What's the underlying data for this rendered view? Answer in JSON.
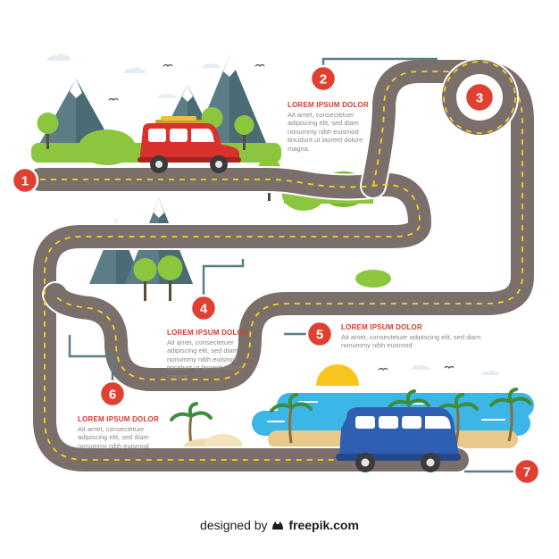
{
  "steps": [
    {
      "number": "1"
    },
    {
      "number": "2",
      "title": "LOREM IPSUM DOLOR",
      "body": "Ait amet, consectetuer\nadipiscing elit, sed diam\nnonummy nibh euismod\ntincidunt ut laoreet dolore\nmagna."
    },
    {
      "number": "3"
    },
    {
      "number": "4",
      "title": "LOREM IPSUM DOLOR",
      "body": "Ait amet, consectetuer\nadipiscing elit, sed diam\nnonummy nibh euismod\ntincidunt ut laoreet dolore\nmagna."
    },
    {
      "number": "5",
      "title": "LOREM IPSUM DOLOR",
      "body": "Ait amet, consectetuer adipiscing elit, sed diam\nnonummy nibh euismod"
    },
    {
      "number": "6",
      "title": "LOREM IPSUM DOLOR",
      "body": "Ait amet, consectetuer\nadipiscing elit, sed diam\nnonummy nibh euismod"
    },
    {
      "number": "7"
    }
  ],
  "footer": {
    "prefix": "designed by",
    "brand": "freepik.com"
  },
  "icons": {
    "footer_logo": "freepik-logo-icon"
  },
  "colors": {
    "road": "#7b6f6c",
    "road_edge": "#ffffff",
    "lane": "#f7d21e",
    "marker": "#e0402f",
    "connector": "#5b7f86",
    "red_car": "#d9312b",
    "blue_van": "#2e5fb0",
    "sea": "#3cb6e6",
    "sand": "#e8c98b",
    "mountain": "#5c7d87",
    "tree": "#8cc63f",
    "sun": "#f7c51e"
  }
}
